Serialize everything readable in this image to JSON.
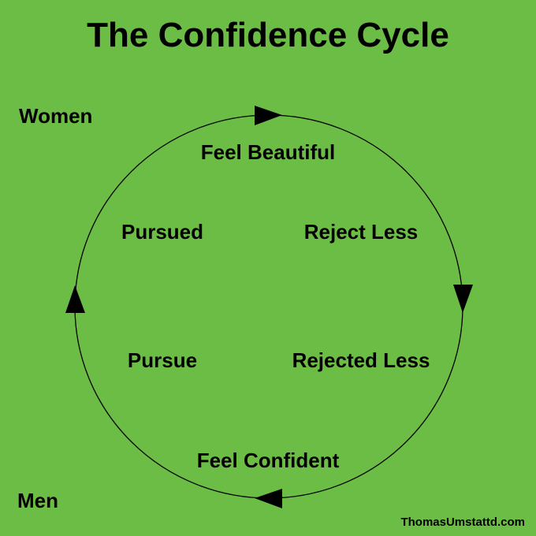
{
  "title": "The Confidence Cycle",
  "labels": {
    "women": "Women",
    "men": "Men"
  },
  "nodes": {
    "feel_beautiful": "Feel Beautiful",
    "reject_less": "Reject Less",
    "pursued": "Pursued",
    "pursue": "Pursue",
    "rejected_less": "Rejected Less",
    "feel_confident": "Feel Confident"
  },
  "footer": "ThomasUmstattd.com",
  "colors": {
    "background": "#6cbd45",
    "ink": "#000000"
  }
}
